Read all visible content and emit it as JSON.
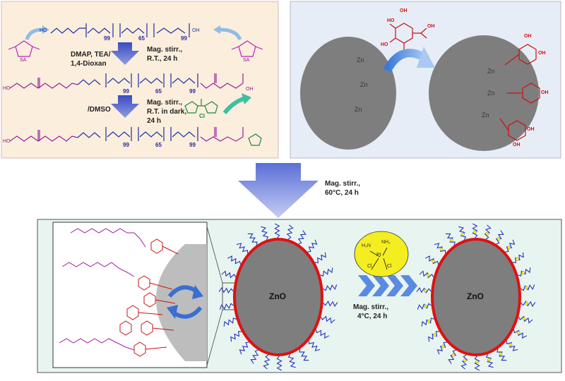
{
  "top_left_panel": {
    "reaction_1": {
      "reagents": "DMAP, TEA/",
      "solvent": "1,4-Dioxan",
      "conditions_line1": "Mag. stirr.,",
      "conditions_line2": "R.T., 24 h"
    },
    "reaction_2": {
      "reagents": "/DMSO",
      "conditions_line1": "Mag. stirr.,",
      "conditions_line2": "R.T. in dark,",
      "conditions_line3": "24 h"
    },
    "polymer_subscripts": {
      "n1": "99",
      "n2": "65",
      "n3": "99"
    },
    "sa_label": "SA",
    "oh": "OH",
    "ho": "HO",
    "cdi_cl": "Cl"
  },
  "top_right_panel": {
    "zn_o_labels": [
      "Zn",
      "Zn",
      "Zn"
    ],
    "gallic_oh": "OH",
    "gallic_ho": "HO"
  },
  "center_step": {
    "line1": "Mag. stirr.,",
    "line2": "60°C, 24 h"
  },
  "bottom_panel": {
    "zno_left": "ZnO",
    "zno_right": "ZnO",
    "cisplatin": {
      "nh3_a": "H₃N",
      "nh3_b": "NH₂",
      "pt": "Pt",
      "cl_a": "Cl",
      "cl_b": "Cl"
    },
    "step": {
      "line1": "Mag. stirr.,",
      "line2": "4°C, 24 h"
    }
  },
  "colors": {
    "top_left_bg": "#fbeedd",
    "top_right_bg": "#e6edf6",
    "bottom_bg": "#e8f4f0",
    "particle": "#8c8c8c",
    "shell": "#e01010",
    "chain": "#2233bb",
    "arrow": "#5b80d0",
    "cisplatin": "#f4ee20",
    "linker": "#aa22aa",
    "gallic": "#cc1111"
  }
}
